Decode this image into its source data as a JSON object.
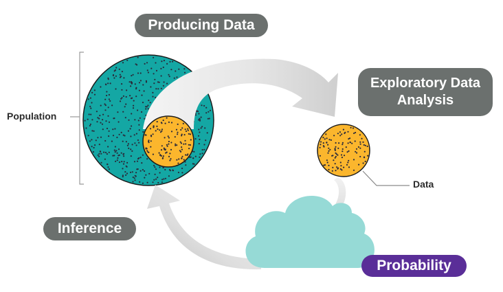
{
  "title": "Producing Data",
  "stages": {
    "producing_data": "Producing Data",
    "exploratory_data_analysis": [
      "Exploratory Data",
      "Analysis"
    ],
    "inference": "Inference",
    "probability": "Probability"
  },
  "labels": {
    "population": "Population",
    "data": "Data"
  },
  "colors": {
    "pill_gray": "#6b706e",
    "pill_purple": "#5a2e98",
    "population_teal": "#14a7a4",
    "sample_orange": "#fbb62d",
    "cloud": "#96dad6",
    "arrow_light": "#f4f4f4",
    "arrow_dark": "#d3d3d3",
    "dots": "#2a2a3a"
  },
  "icons": {
    "population": "population-circle-icon",
    "sample": "sample-circle-icon",
    "data": "data-circle-icon",
    "cloud": "cloud-icon"
  }
}
